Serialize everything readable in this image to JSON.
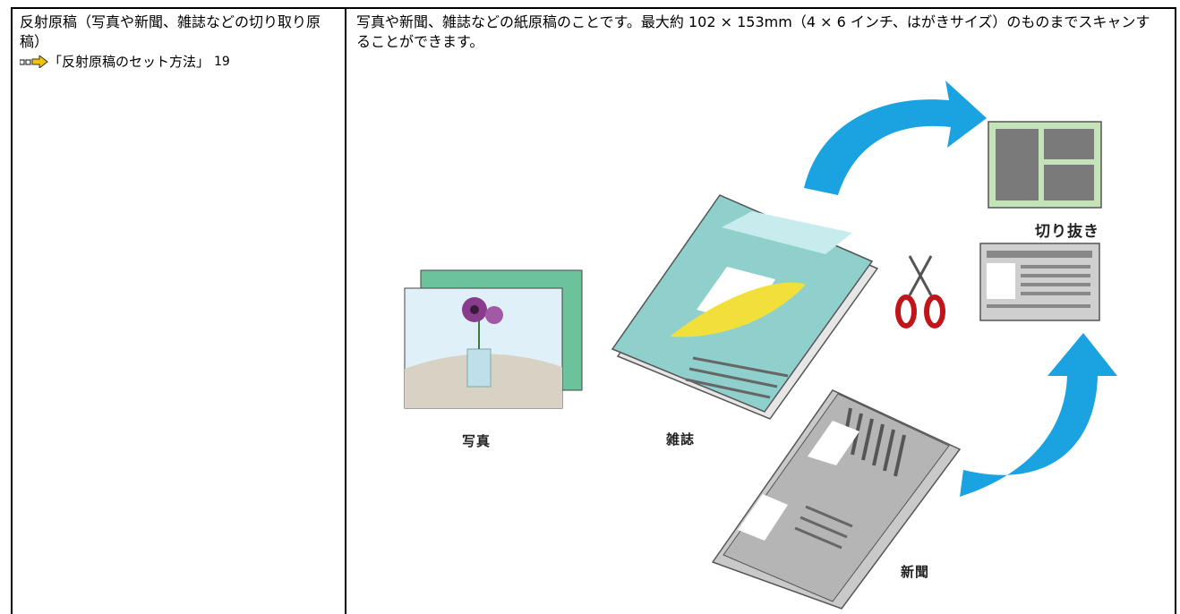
{
  "left_cell": {
    "title": "反射原稿（写真や新聞、雑誌などの切り取り原稿）",
    "link_text": "「反射原稿のセット方法」",
    "link_page": "19",
    "link_icon": "arrow-link-icon"
  },
  "right_cell": {
    "description": "写真や新聞、雑誌などの紙原稿のことです。最大約 102 × 153mm（4 × 6 インチ、はがきサイズ）のものまでスキャンすることができます。"
  },
  "illustration": {
    "labels": {
      "photo": "写真",
      "magazine": "雑誌",
      "newspaper": "新聞",
      "clipping": "切り抜き"
    },
    "colors": {
      "arrow": "#1aa3e0",
      "magazine_cover": "#8fd0cc",
      "clipping_bg": "#c5e3b8",
      "photo_back": "#6cc29a",
      "scissors_handle": "#c0161b",
      "link_icon": "#e6b800"
    }
  }
}
